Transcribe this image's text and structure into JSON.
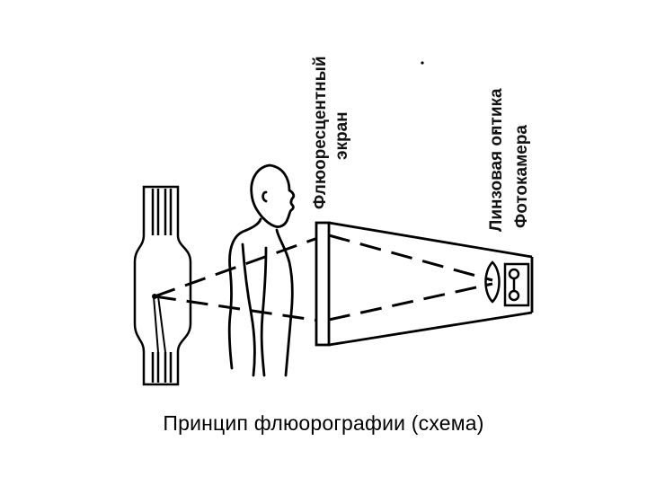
{
  "labels": {
    "screen_line1": "Флюоресцентный",
    "screen_line2": "экран",
    "optics_line1": "Линзовая  оптика",
    "optics_line2": "Фотокамера"
  },
  "caption": "Принцип флюорографии (схема)",
  "icons": [
    "x-ray-tube-icon",
    "person-icon",
    "screen-icon",
    "lens-icon",
    "camera-icon"
  ]
}
